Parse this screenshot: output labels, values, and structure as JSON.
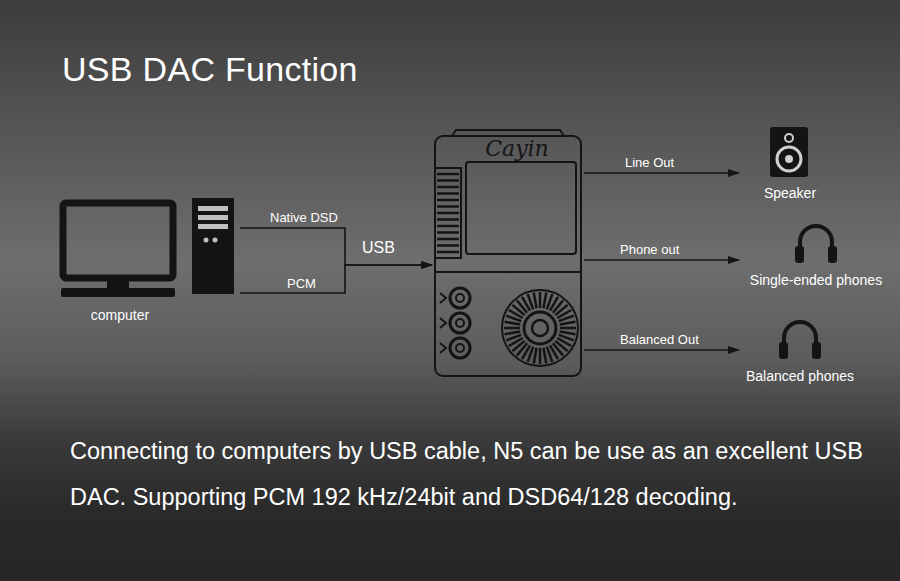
{
  "diagram": {
    "title": "USB DAC Function",
    "caption": "Connecting to computers by USB cable, N5 can be use as an excellent USB DAC. Supporting PCM 192 kHz/24bit and DSD64/128 decoding.",
    "nodes": [
      {
        "text": [
          "computer"
        ]
      },
      {
        "text": [
          "Cayin"
        ]
      },
      {
        "text": [
          "Speaker"
        ]
      },
      {
        "text": [
          "Single-ended phones"
        ]
      },
      {
        "text": [
          "Balanced phones"
        ]
      }
    ],
    "edges": [
      {
        "from": 0,
        "to": 1,
        "label": "Native DSD",
        "arrow": "to"
      },
      {
        "from": 0,
        "to": 1,
        "label": "PCM",
        "arrow": "to"
      },
      {
        "from": 1,
        "to": 2,
        "label": "Line Out",
        "arrow": "to"
      },
      {
        "from": 1,
        "to": 3,
        "label": "Phone out",
        "arrow": "to"
      },
      {
        "from": 1,
        "to": 4,
        "label": "Balanced Out",
        "arrow": "to"
      }
    ],
    "labels": [
      "USB"
    ]
  }
}
